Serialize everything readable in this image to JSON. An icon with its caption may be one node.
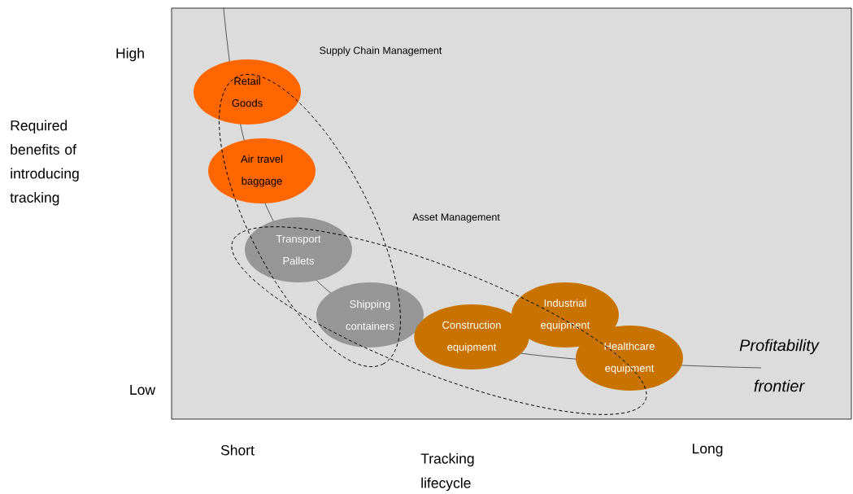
{
  "diagram": {
    "nodes": [
      {
        "text": [
          "Retail Goods"
        ]
      },
      {
        "text": [
          "Air travel baggage"
        ]
      },
      {
        "text": [
          "Transport Pallets"
        ]
      },
      {
        "text": [
          "Shipping containers"
        ]
      },
      {
        "text": [
          "Construction equipment"
        ]
      },
      {
        "text": [
          "Industrial equipment"
        ]
      },
      {
        "text": [
          "Healthcare equipment"
        ]
      }
    ],
    "labels": [
      "High",
      "Supply Chain Management",
      "Required benefits of introducing tracking",
      "Asset Management",
      "Profitability frontier",
      "Low",
      "Short",
      "Tracking lifecycle",
      "Long"
    ]
  }
}
